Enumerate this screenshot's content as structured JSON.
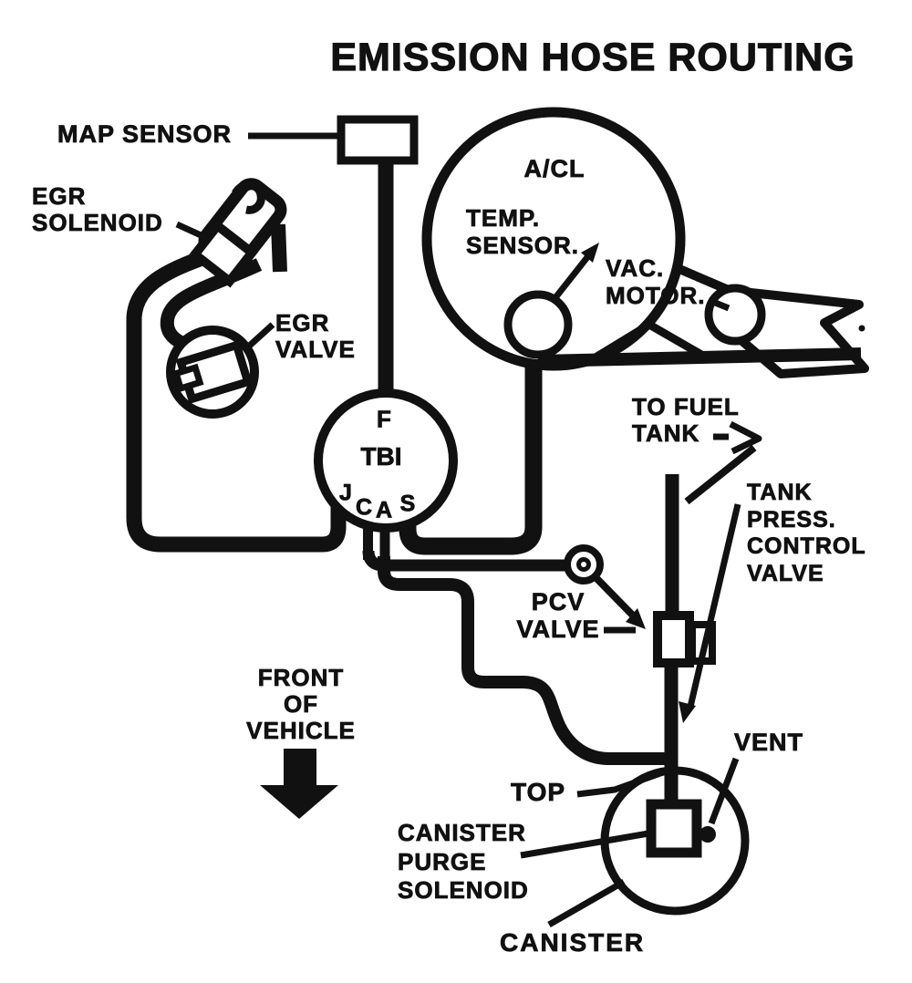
{
  "title": "EMISSION HOSE ROUTING",
  "labels": {
    "map_sensor": "MAP SENSOR",
    "egr_solenoid": "EGR\nSOLENOID",
    "egr_valve": "EGR\nVALVE",
    "acl": "A/CL",
    "temp_sensor": "TEMP.\nSENSOR.",
    "vac_motor": "VAC.\nMOTOR.",
    "tbi": "TBI",
    "tbi_ports": {
      "f": "F",
      "j": "J",
      "c": "C",
      "a": "A",
      "s": "S"
    },
    "to_fuel_tank": "TO FUEL\nTANK",
    "tank_press_control_valve": "TANK\nPRESS.\nCONTROL\nVALVE",
    "pcv_valve": "PCV\nVALVE",
    "front_of_vehicle": "FRONT\nOF\nVEHICLE",
    "top": "TOP",
    "canister_purge_solenoid": "CANISTER\nPURGE\nSOLENOID",
    "vent": "VENT",
    "canister": "CANISTER"
  },
  "colors": {
    "ink": "#111111",
    "background": "#ffffff"
  }
}
